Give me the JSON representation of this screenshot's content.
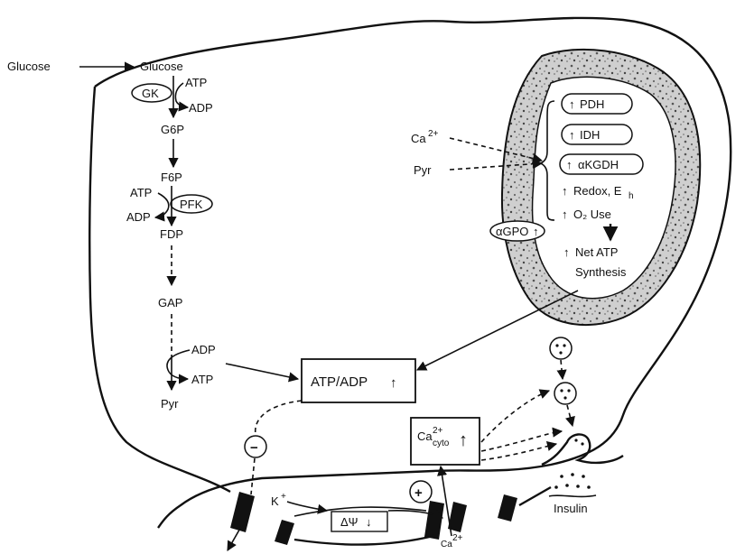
{
  "glycolysis": {
    "glucose_out": "Glucose",
    "glucose_in": "Glucose",
    "gk": "GK",
    "atp1": "ATP",
    "adp1": "ADP",
    "g6p": "G6P",
    "f6p": "F6P",
    "atp2": "ATP",
    "adp2": "ADP",
    "pfk": "PFK",
    "fdp": "FDP",
    "gap": "GAP",
    "adp3": "ADP",
    "atp3": "ATP",
    "pyr": "Pyr"
  },
  "mitochondrion": {
    "ca_in": "Ca",
    "ca_sup": "2+",
    "pyr_in": "Pyr",
    "pdh": "PDH",
    "idh": "IDH",
    "akgdh": "αKGDH",
    "redox": "Redox, E",
    "redox_sub": "h",
    "o2_use": "O₂ Use",
    "gpo": "αGPO",
    "net_atp": "Net ATP",
    "synthesis": "Synthesis"
  },
  "membrane": {
    "atp_adp": "ATP/ADP",
    "ca_box": "Ca",
    "ca_box_sup": "2+",
    "ca_box_sub": "cyto",
    "minus": "−",
    "plus": "+",
    "k_ion": "K",
    "k_sup": "+",
    "delta_psi": "ΔΨ",
    "ca_entry": "Ca",
    "ca_entry_sup": "2+",
    "insulin": "Insulin"
  }
}
